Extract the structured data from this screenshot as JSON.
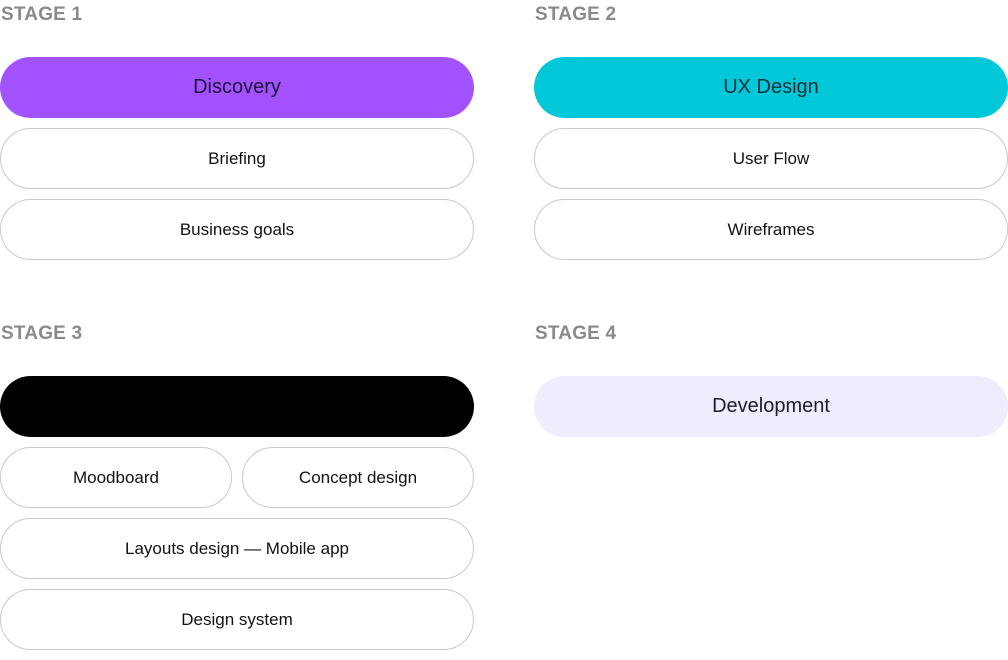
{
  "stages": [
    {
      "label": "STAGE 1",
      "header": {
        "label": "Discovery",
        "color": "#a352ff",
        "text_color": "#1e1238"
      },
      "items": [
        "Briefing",
        "Business goals"
      ]
    },
    {
      "label": "STAGE 2",
      "header": {
        "label": "UX Design",
        "color": "#00c8d8",
        "text_color": "#0e2f35"
      },
      "items": [
        "User Flow",
        "Wireframes"
      ]
    },
    {
      "label": "STAGE 3",
      "header": {
        "label": "",
        "color": "#000000",
        "text_color": "#ffffff"
      },
      "items_row": [
        "Moodboard",
        "Concept design"
      ],
      "items": [
        "Layouts design — Mobile app",
        "Design system"
      ]
    },
    {
      "label": "STAGE 4",
      "header": {
        "label": "Development",
        "color": "#efecfd",
        "text_color": "#1c1c2a"
      },
      "items": []
    }
  ]
}
